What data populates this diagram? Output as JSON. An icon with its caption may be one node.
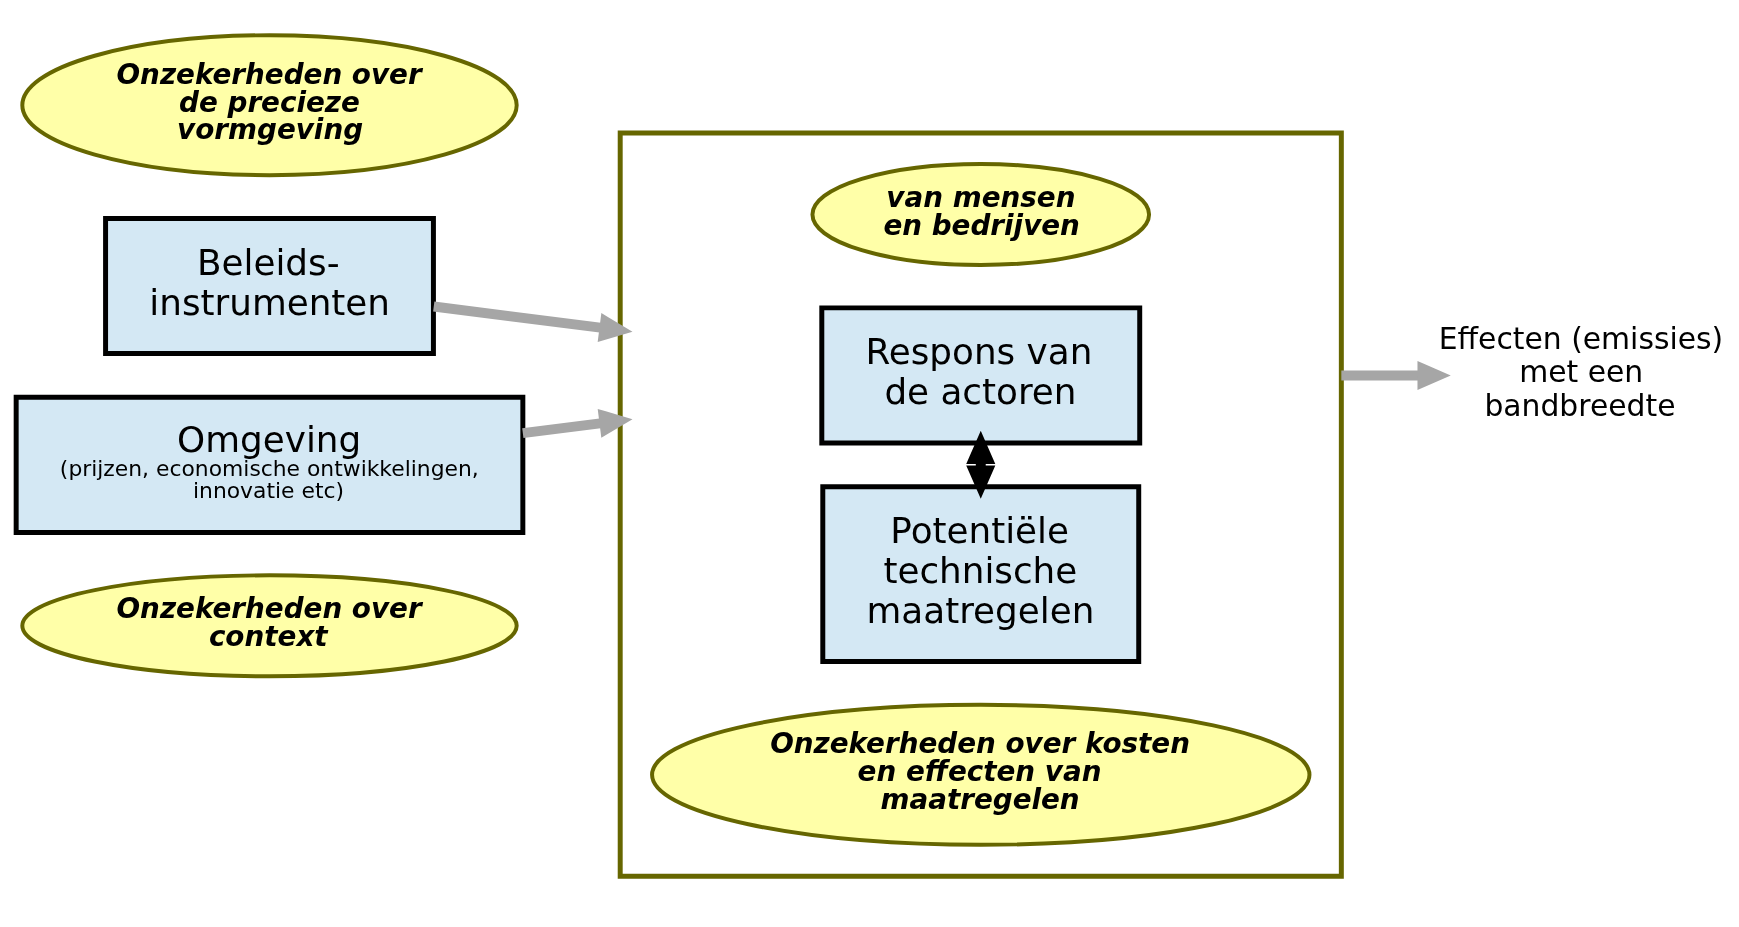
{
  "diagram": {
    "nodes": [
      {
        "text": [
          "Onzekerheden over de precieze vormgeving"
        ]
      },
      {
        "text": [
          "Beleids- instrumenten"
        ]
      },
      {
        "text": [
          "Omgeving",
          "(prijzen, economische ontwikkelingen, innovatie etc)"
        ]
      },
      {
        "text": [
          "Onzekerheden over context"
        ]
      },
      {
        "text": [],
        "shape": "box"
      },
      {
        "text": [
          "van mensen en bedrijven"
        ],
        "in": 4
      },
      {
        "text": [
          "Respons van de actoren"
        ],
        "in": 4
      },
      {
        "text": [
          "Potentiële technische maatregelen"
        ],
        "in": 4
      },
      {
        "text": [
          "Onzekerheden over kosten en effecten van maatregelen"
        ],
        "in": 4
      },
      {
        "text": [
          "Effecten (emissies) met een bandbreedte"
        ]
      }
    ],
    "edges": [
      {
        "from": 1,
        "to": 4,
        "arrow": "to"
      },
      {
        "from": 2,
        "to": 4,
        "arrow": "to"
      },
      {
        "from": 6,
        "to": 7,
        "arrow": "both",
        "color": "#000000"
      },
      {
        "from": 4,
        "to": 9,
        "arrow": "to"
      }
    ]
  }
}
